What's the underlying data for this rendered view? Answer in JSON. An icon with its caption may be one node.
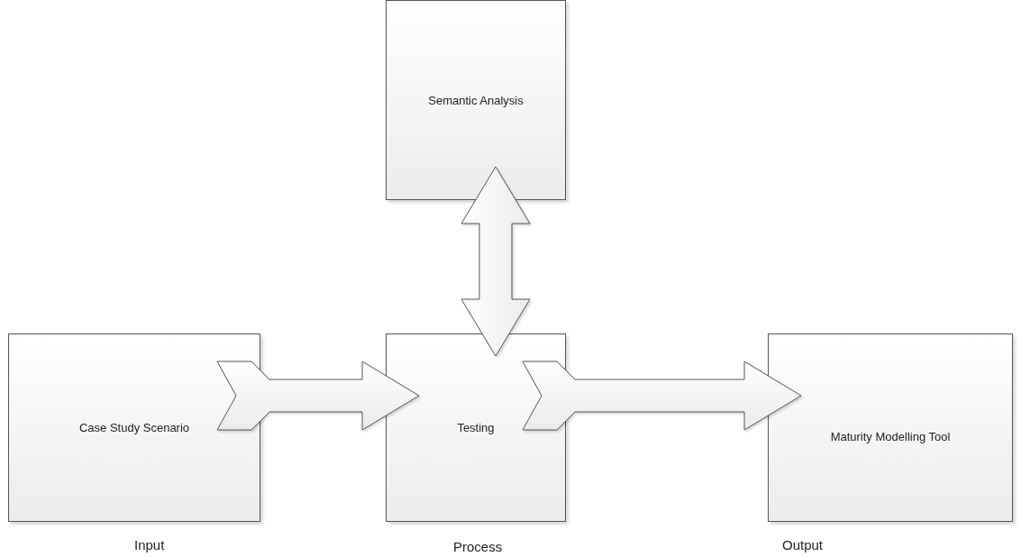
{
  "diagram": {
    "nodes": [
      {
        "text": [
          "Semantic Analysis"
        ]
      },
      {
        "text": [
          "Case Study Scenario"
        ],
        "beside": [
          "Input"
        ]
      },
      {
        "text": [
          "Testing"
        ],
        "beside": [
          "Process"
        ]
      },
      {
        "text": [
          "Maturity Modelling Tool"
        ],
        "beside": [
          "Output"
        ]
      }
    ],
    "edges": [
      {
        "from": 0,
        "to": 2,
        "arrow": "both"
      },
      {
        "from": 1,
        "to": 2,
        "arrow": "to"
      },
      {
        "from": 2,
        "to": 3,
        "arrow": "to"
      }
    ]
  }
}
